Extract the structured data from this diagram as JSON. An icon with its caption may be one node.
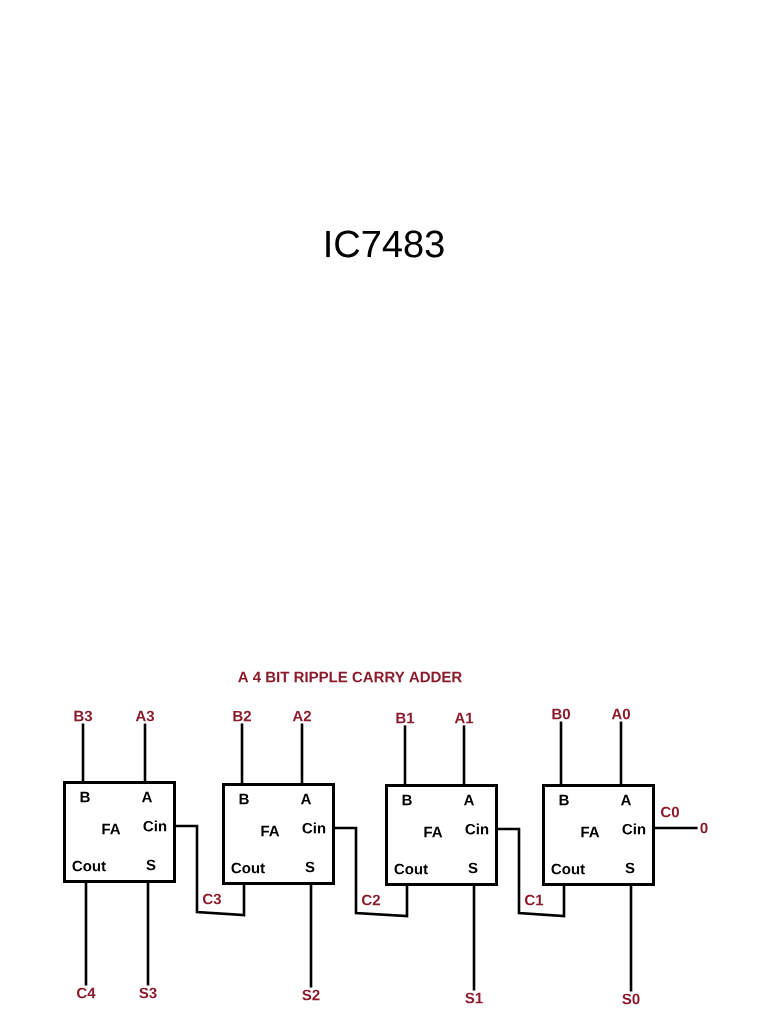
{
  "diagram": {
    "title": "IC7483",
    "nodes": [
      {
        "text": [
          "B3"
        ]
      },
      {
        "text": [
          "A3"
        ]
      },
      {
        "text": [
          "B2"
        ]
      },
      {
        "text": [
          "A2"
        ]
      },
      {
        "text": [
          "B1"
        ]
      },
      {
        "text": [
          "A1"
        ]
      },
      {
        "text": [
          "B0"
        ]
      },
      {
        "text": [
          "A0"
        ]
      },
      {
        "text": [
          "B",
          "A",
          "FA",
          "Cin",
          "Cout",
          "S"
        ]
      },
      {
        "text": [
          "B",
          "A",
          "FA",
          "Cin",
          "Cout",
          "S"
        ]
      },
      {
        "text": [
          "B",
          "A",
          "FA",
          "Cin",
          "Cout",
          "S"
        ]
      },
      {
        "text": [
          "B",
          "A",
          "FA",
          "Cin",
          "Cout",
          "S"
        ]
      },
      {
        "text": [
          "0"
        ]
      },
      {
        "text": [
          "C4"
        ]
      },
      {
        "text": [
          "S3"
        ]
      },
      {
        "text": [
          "S2"
        ]
      },
      {
        "text": [
          "S1"
        ]
      },
      {
        "text": [
          "S0"
        ]
      }
    ],
    "edges": [
      {
        "from": 0,
        "to": 8,
        "arrow": "none"
      },
      {
        "from": 1,
        "to": 8,
        "arrow": "none"
      },
      {
        "from": 2,
        "to": 9,
        "arrow": "none"
      },
      {
        "from": 3,
        "to": 9,
        "arrow": "none"
      },
      {
        "from": 4,
        "to": 10,
        "arrow": "none"
      },
      {
        "from": 5,
        "to": 10,
        "arrow": "none"
      },
      {
        "from": 6,
        "to": 11,
        "arrow": "none"
      },
      {
        "from": 7,
        "to": 11,
        "arrow": "none"
      },
      {
        "from": 8,
        "to": 13,
        "arrow": "none"
      },
      {
        "from": 8,
        "to": 14,
        "arrow": "none"
      },
      {
        "from": 9,
        "to": 15,
        "arrow": "none"
      },
      {
        "from": 10,
        "to": 16,
        "arrow": "none"
      },
      {
        "from": 11,
        "to": 17,
        "arrow": "none"
      },
      {
        "from": 9,
        "to": 8,
        "label": "C3",
        "arrow": "none"
      },
      {
        "from": 10,
        "to": 9,
        "label": "C2",
        "arrow": "none"
      },
      {
        "from": 11,
        "to": 10,
        "label": "C1",
        "arrow": "none"
      },
      {
        "from": 12,
        "to": 11,
        "label": "C0",
        "arrow": "none"
      }
    ],
    "labels": [
      "A 4 BIT RIPPLE CARRY ADDER"
    ]
  }
}
